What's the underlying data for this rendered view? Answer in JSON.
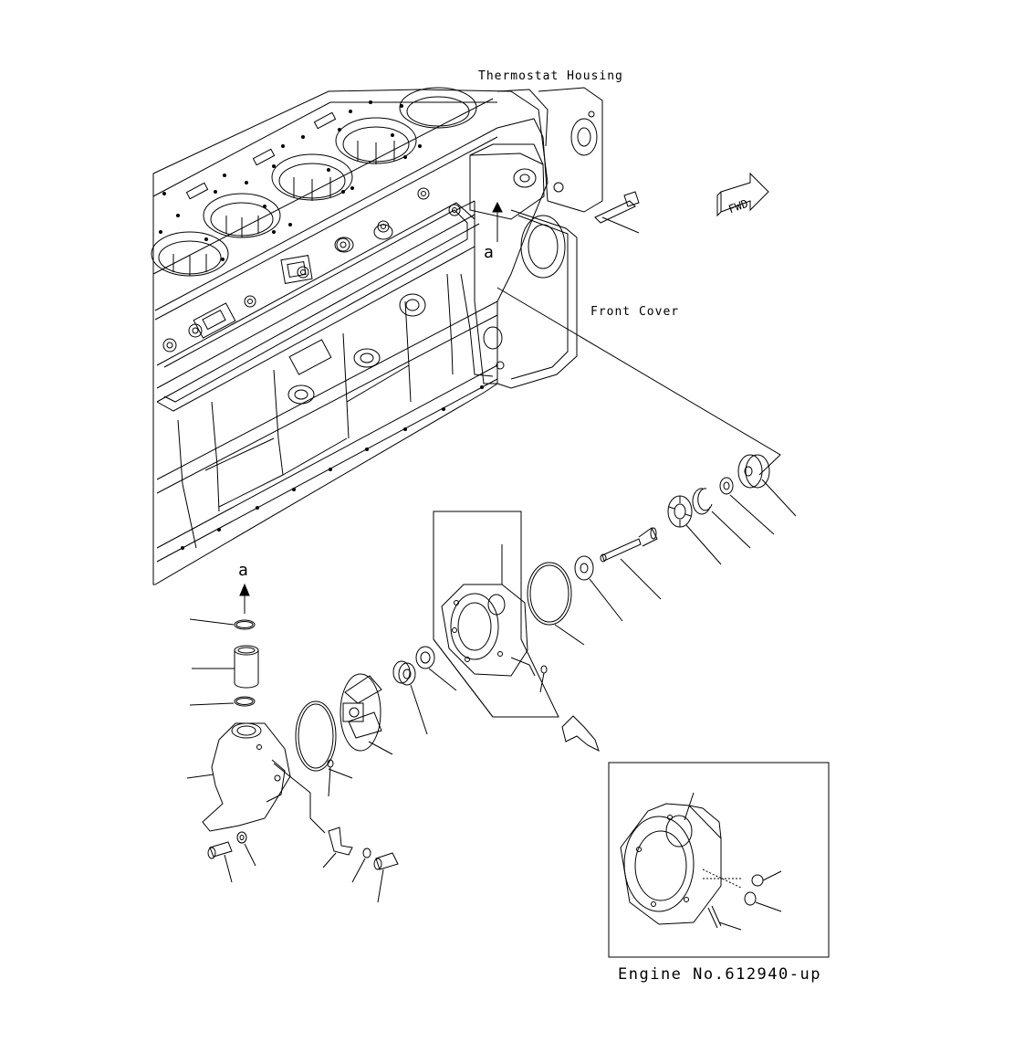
{
  "labels": {
    "thermostat_housing": "Thermostat Housing",
    "front_cover": "Front Cover",
    "engine_no": "Engine No.612940-up",
    "fwd": "FWD",
    "view_a_top": "a",
    "view_a_bottom": "a"
  },
  "colors": {
    "line": "#000000",
    "background": "#ffffff"
  }
}
